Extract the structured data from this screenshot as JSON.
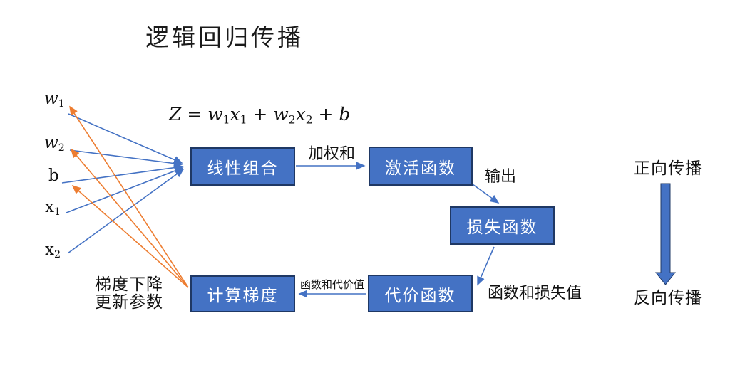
{
  "title": "逻辑回归传播",
  "formula": {
    "parts": [
      "Z = w",
      "1",
      "x",
      "1",
      " + w",
      "2",
      "x",
      "2",
      " + b"
    ]
  },
  "left_labels": [
    {
      "base": "w",
      "sub": "1"
    },
    {
      "base": "w",
      "sub": "2"
    },
    {
      "base": "b",
      "sub": ""
    },
    {
      "base": "x",
      "sub": "1"
    },
    {
      "base": "x",
      "sub": "2"
    }
  ],
  "boxes": [
    {
      "label": "线性组合"
    },
    {
      "label": "激活函数"
    },
    {
      "label": "损失函数"
    },
    {
      "label": "代价函数"
    },
    {
      "label": "计算梯度"
    }
  ],
  "edge_labels": {
    "weighted_sum": "加权和",
    "output": "输出",
    "function_and_loss": "函数和损失值",
    "function_and_cost": "函数和代价值"
  },
  "side_labels": {
    "forward": "正向传播",
    "backward": "反向传播"
  },
  "gradient_note": {
    "line1": "梯度下降",
    "line2": "更新参数"
  },
  "colors": {
    "box_fill": "#4472C4",
    "box_border": "#1F3864",
    "connector_blue": "#4472C4",
    "connector_orange": "#ED7D31",
    "text": "#111111"
  }
}
